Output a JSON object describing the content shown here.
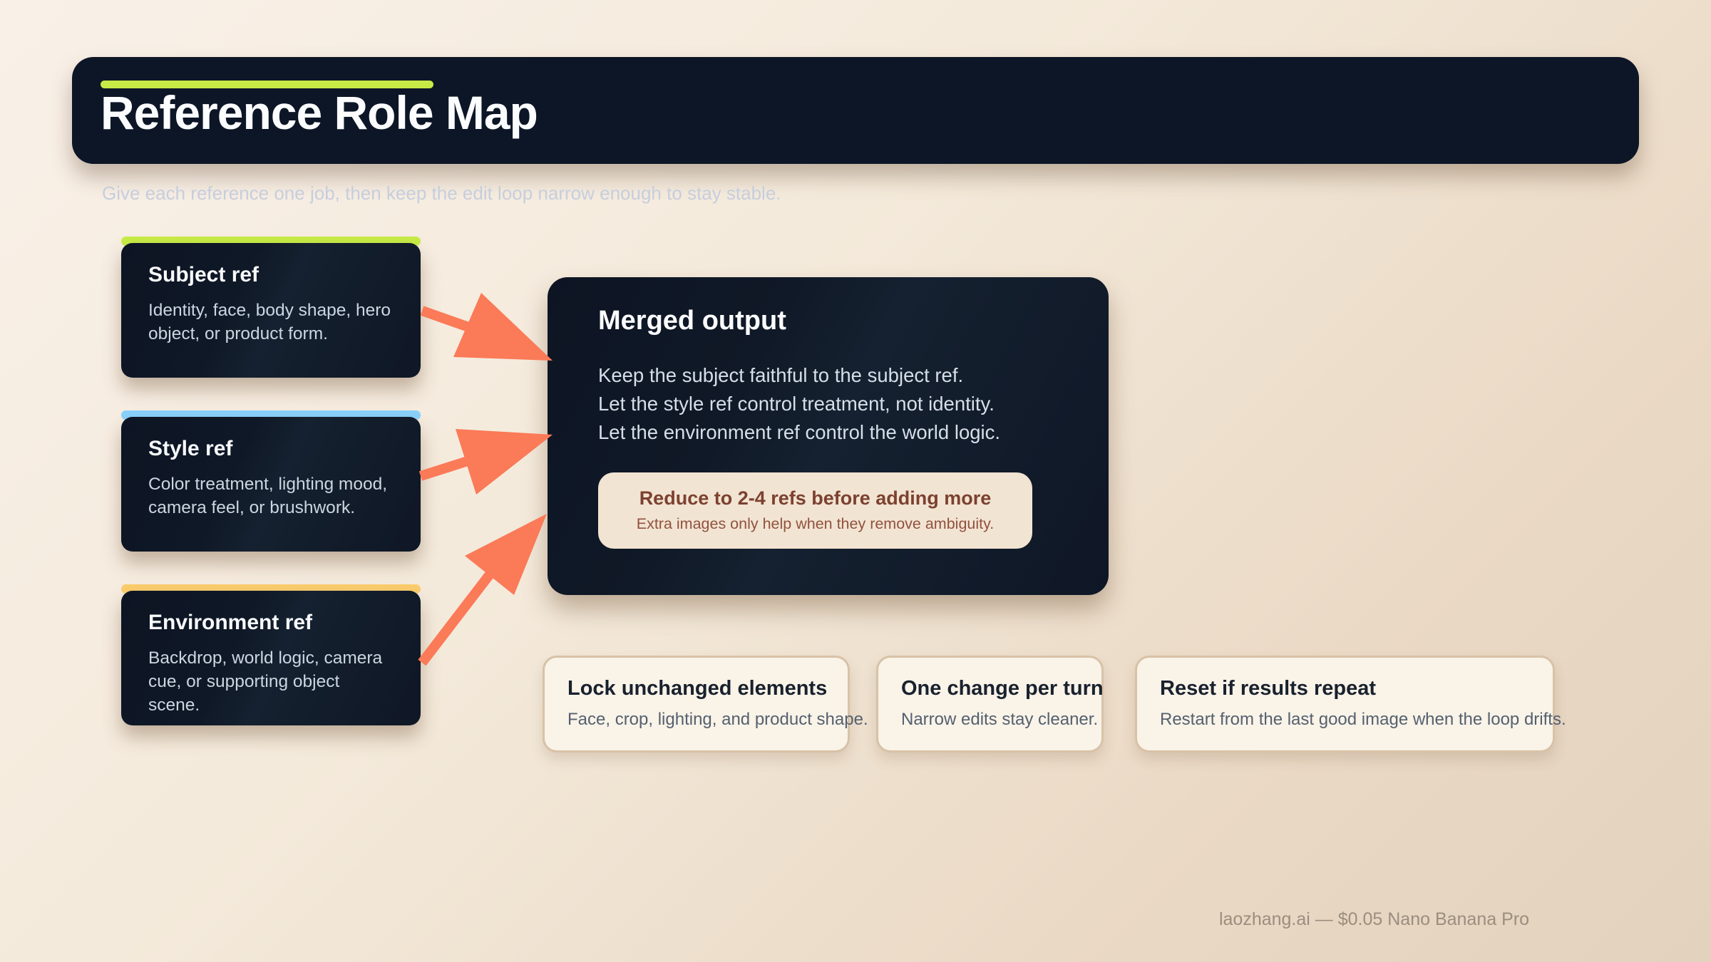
{
  "header": {
    "title": "Reference Role Map",
    "subtitle": "Give each reference one job, then keep the edit loop narrow enough to stay stable."
  },
  "ref_cards": [
    {
      "title": "Subject ref",
      "body": "Identity, face, body shape, hero object, or product form.",
      "accent": "#c7eb46"
    },
    {
      "title": "Style ref",
      "body": "Color treatment, lighting mood, camera feel, or brushwork.",
      "accent": "#89d1fc"
    },
    {
      "title": "Environment ref",
      "body": "Backdrop, world logic, camera cue, or supporting object scene.",
      "accent": "#fbcd6e"
    }
  ],
  "merged": {
    "title": "Merged output",
    "lines": [
      "Keep the subject faithful to the subject ref.",
      "Let the style ref control treatment, not identity.",
      "Let the environment ref control the world logic."
    ],
    "callout": {
      "title": "Reduce to 2-4 refs before adding more",
      "body": "Extra images only help when they remove ambiguity."
    }
  },
  "tips": [
    {
      "title": "Lock unchanged elements",
      "body": "Face, crop, lighting, and product shape."
    },
    {
      "title": "One change per turn",
      "body": "Narrow edits stay cleaner."
    },
    {
      "title": "Reset if results repeat",
      "body": "Restart from the last good image when the loop drifts."
    }
  ],
  "footer": "laozhang.ai — $0.05 Nano Banana Pro",
  "colors": {
    "header_accent": "#c7eb46",
    "arrow": "#fb7a57"
  }
}
